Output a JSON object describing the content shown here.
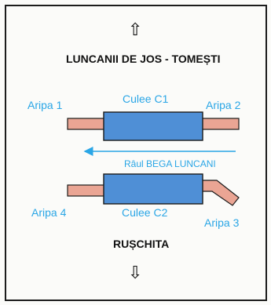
{
  "north": {
    "arrow_icon": "up-arrow-outline-icon",
    "arrow_glyph": "⇧",
    "label": "LUNCANII DE JOS - TOMEȘTI"
  },
  "south": {
    "arrow_icon": "down-arrow-outline-icon",
    "arrow_glyph": "⇩",
    "label": "RUȘCHITA"
  },
  "abutments": {
    "c1": "Culee C1",
    "c2": "Culee C2"
  },
  "wings": {
    "w1": "Aripa 1",
    "w2": "Aripa 2",
    "w3": "Aripa 3",
    "w4": "Aripa 4"
  },
  "river": {
    "label": "Râul BEGA LUNCANI",
    "flow_direction": "west"
  },
  "colors": {
    "abutment_fill": "#4f8fd6",
    "wing_fill": "#eaa594",
    "label_blue": "#2aa6e6",
    "outline": "#1a1a1a"
  }
}
